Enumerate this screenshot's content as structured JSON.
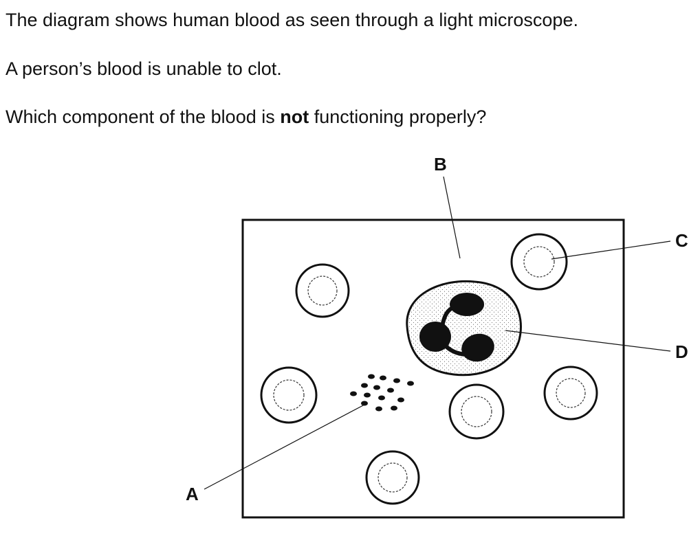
{
  "question": {
    "line1": "The diagram shows human blood as seen through a light microscope.",
    "line2": "A person’s blood is unable to clot.",
    "line3_before": "Which component of the blood is ",
    "line3_bold": "not",
    "line3_after": " functioning properly?"
  },
  "diagram": {
    "labels": {
      "a": "A",
      "b": "B",
      "c": "C",
      "d": "D"
    }
  }
}
